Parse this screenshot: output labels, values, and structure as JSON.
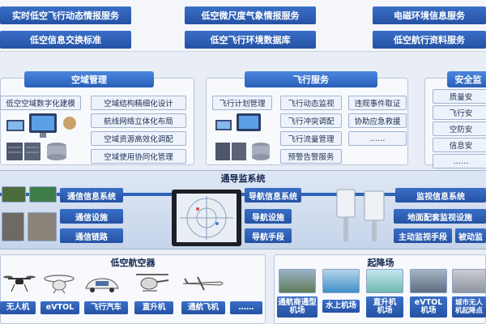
{
  "top_services": {
    "row1": [
      "实时低空飞行动态情报服务",
      "低空微尺度气象情报服务",
      "电磁环境信息服务"
    ],
    "row2": [
      "低空信息交换标准",
      "低空飞行环境数据库",
      "低空航行资料服务"
    ]
  },
  "airspace": {
    "title": "空域管理",
    "left_item": "低空空域数字化建模",
    "items": [
      "空域结构精细化设计",
      "航线网络立体化布局",
      "空域资源高效化调配",
      "空域使用协同化管理"
    ]
  },
  "flight": {
    "title": "飞行服务",
    "col1": [
      "飞行计划管理"
    ],
    "col2": [
      "飞行动态监视",
      "飞行冲突调配",
      "飞行流量管理",
      "预警告警服务"
    ],
    "col3": [
      "违规事件取证",
      "协助应急救援",
      "……"
    ]
  },
  "security": {
    "title": "安全监",
    "items": [
      "质量安",
      "飞行安",
      "空防安",
      "信息安",
      "……"
    ]
  },
  "cns": {
    "title": "通导监系统",
    "comm": [
      "通信信息系统",
      "通信设施",
      "通信链路"
    ],
    "nav": [
      "导航信息系统",
      "导航设施",
      "导航手段"
    ],
    "surv": [
      "监视信息系统",
      "地面配套监视设施",
      "主动监视手段",
      "被动监"
    ]
  },
  "aircraft": {
    "title": "低空航空器",
    "items": [
      "无人机",
      "eVTOL",
      "飞行汽车",
      "直升机",
      "通航飞机",
      "……"
    ]
  },
  "airfield": {
    "title": "起降场",
    "items": [
      "通航商通型\n机场",
      "水上机场",
      "直升机\n机场",
      "eVTOL\n机场",
      "城市无人\n机起降点"
    ]
  },
  "colors": {
    "button_blue": "#2f62b8",
    "panel_bg": "#f7f9fc",
    "band_bg": "#c6d4ea"
  }
}
